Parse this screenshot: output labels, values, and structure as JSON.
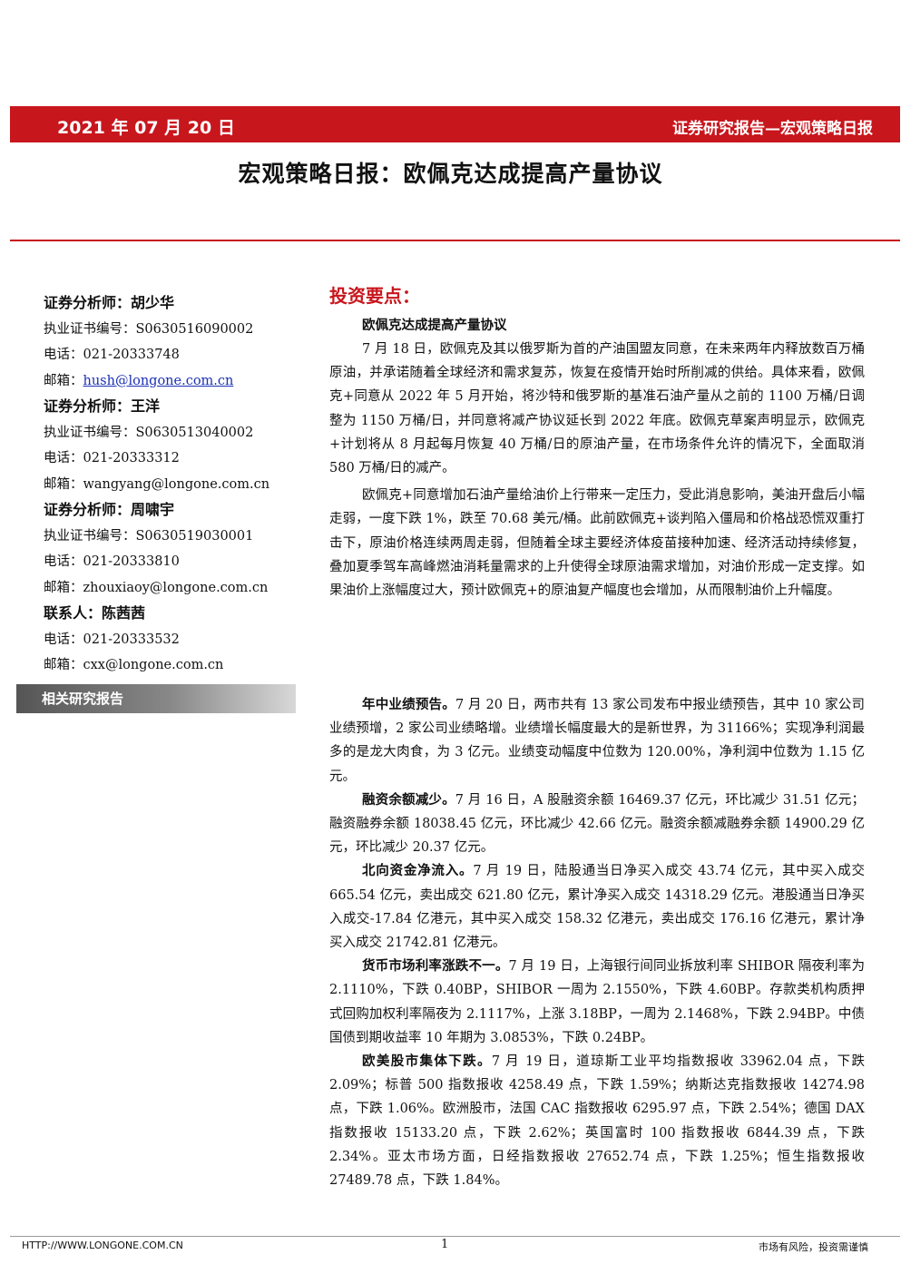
{
  "header": {
    "date": "2021 年 07 月 20 日",
    "category": "证券研究报告—宏观策略日报"
  },
  "title": "宏观策略日报：欧佩克达成提高产量协议",
  "sidebar": {
    "contacts": [
      {
        "title": "证券分析师：胡少华",
        "cert": "执业证书编号：S0630516090002",
        "phone": "电话：021-20333748",
        "email_label": "邮箱：",
        "email": "hush@longone.com.cn"
      },
      {
        "title": "证券分析师：王洋",
        "cert": "执业证书编号：S0630513040002",
        "phone": "电话：021-20333312",
        "email_label": "邮箱：",
        "email": "wangyang@longone.com.cn"
      },
      {
        "title": "证券分析师：周啸宇",
        "cert": "执业证书编号：S0630519030001",
        "phone": "电话：021-20333810",
        "email_label": "邮箱：",
        "email": "zhouxiaoy@longone.com.cn"
      },
      {
        "title": "联系人：陈茜茜",
        "phone": "电话：021-20333532",
        "email_label": "邮箱：",
        "email": "cxx@longone.com.cn"
      }
    ],
    "related_reports": "相关研究报告"
  },
  "content": {
    "section_title": "投资要点：",
    "subheading": "欧佩克达成提高产量协议",
    "para1": "7 月 18 日，欧佩克及其以俄罗斯为首的产油国盟友同意，在未来两年内释放数百万桶原油，并承诺随着全球经济和需求复苏，恢复在疫情开始时所削减的供给。具体来看，欧佩克+同意从 2022 年 5 月开始，将沙特和俄罗斯的基准石油产量从之前的 1100 万桶/日调整为 1150 万桶/日，并同意将减产协议延长到 2022 年底。欧佩克草案声明显示，欧佩克+计划将从 8 月起每月恢复 40 万桶/日的原油产量，在市场条件允许的情况下，全面取消 580 万桶/日的减产。",
    "para2": "欧佩克+同意增加石油产量给油价上行带来一定压力，受此消息影响，美油开盘后小幅走弱，一度下跌 1%，跌至 70.68 美元/桶。此前欧佩克+谈判陷入僵局和价格战恐慌双重打击下，原油价格连续两周走弱，但随着全球主要经济体疫苗接种加速、经济活动持续修复，叠加夏季驾车高峰燃油消耗量需求的上升使得全球原油需求增加，对油价形成一定支撑。如果油价上涨幅度过大，预计欧佩克+的原油复产幅度也会增加，从而限制油价上升幅度。",
    "items": [
      {
        "lead": "年中业绩预告。",
        "text": "7 月 20 日，两市共有 13 家公司发布中报业绩预告，其中 10 家公司业绩预增，2 家公司业绩略增。业绩增长幅度最大的是新世界，为 31166%；实现净利润最多的是龙大肉食，为 3 亿元。业绩变动幅度中位数为 120.00%，净利润中位数为 1.15 亿元。"
      },
      {
        "lead": "融资余额减少。",
        "text": "7 月 16 日，A 股融资余额 16469.37 亿元，环比减少 31.51 亿元；融资融券余额 18038.45 亿元，环比减少 42.66 亿元。融资余额减融券余额 14900.29 亿元，环比减少 20.37 亿元。"
      },
      {
        "lead": "北向资金净流入。",
        "text": "7 月 19 日，陆股通当日净买入成交 43.74 亿元，其中买入成交 665.54 亿元，卖出成交 621.80 亿元，累计净买入成交 14318.29 亿元。港股通当日净买入成交-17.84 亿港元，其中买入成交 158.32 亿港元，卖出成交 176.16 亿港元，累计净买入成交 21742.81 亿港元。"
      },
      {
        "lead": "货币市场利率涨跌不一。",
        "text": "7 月 19 日，上海银行间同业拆放利率 SHIBOR 隔夜利率为 2.1110%，下跌 0.40BP，SHIBOR 一周为 2.1550%，下跌 4.60BP。存款类机构质押式回购加权利率隔夜为 2.1117%，上涨 3.18BP，一周为 2.1468%，下跌 2.94BP。中债国债到期收益率 10 年期为 3.0853%，下跌 0.24BP。"
      },
      {
        "lead": "欧美股市集体下跌。",
        "text": "7 月 19 日，道琼斯工业平均指数报收 33962.04 点，下跌 2.09%；标普 500 指数报收 4258.49 点，下跌 1.59%；纳斯达克指数报收 14274.98 点，下跌 1.06%。欧洲股市，法国 CAC 指数报收 6295.97 点，下跌 2.54%；德国 DAX 指数报收 15133.20 点，下跌 2.62%；英国富时 100 指数报收 6844.39 点，下跌 2.34%。亚太市场方面，日经指数报收 27652.74 点，下跌 1.25%；恒生指数报收 27489.78 点，下跌 1.84%。"
      }
    ]
  },
  "footer": {
    "website": "HTTP://WWW.LONGONE.COM.CN",
    "page": "1",
    "disclaimer": "市场有风险，投资需谨慎"
  },
  "colors": {
    "brand_red": "#c8161d",
    "link_blue": "#1a2fb5"
  }
}
